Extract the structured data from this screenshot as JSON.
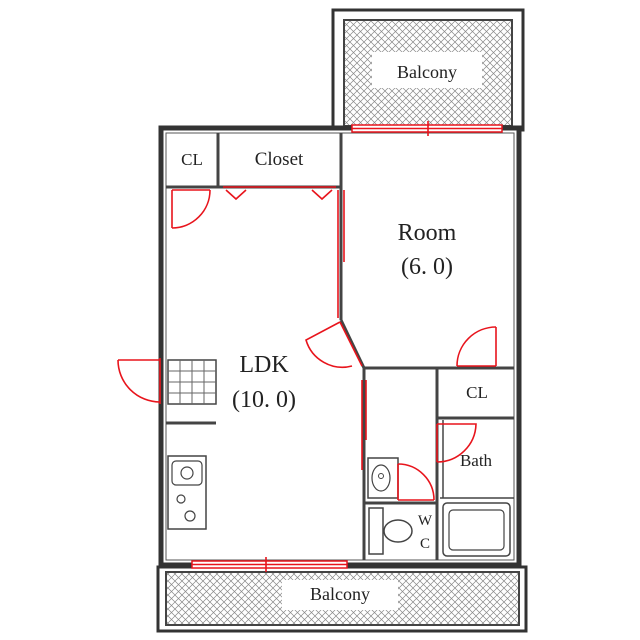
{
  "labels": {
    "balcony_top": "Balcony",
    "balcony_bottom": "Balcony",
    "cl_top_left": "CL",
    "closet": "Closet",
    "room_name": "Room",
    "room_size": "(6. 0)",
    "ldk_name": "LDK",
    "ldk_size": "(10. 0)",
    "cl_right": "CL",
    "bath": "Bath",
    "wc_w": "W",
    "wc_c": "C"
  },
  "colors": {
    "walls": "#333333",
    "openings": "#e8141c",
    "hatch": "#777777"
  }
}
